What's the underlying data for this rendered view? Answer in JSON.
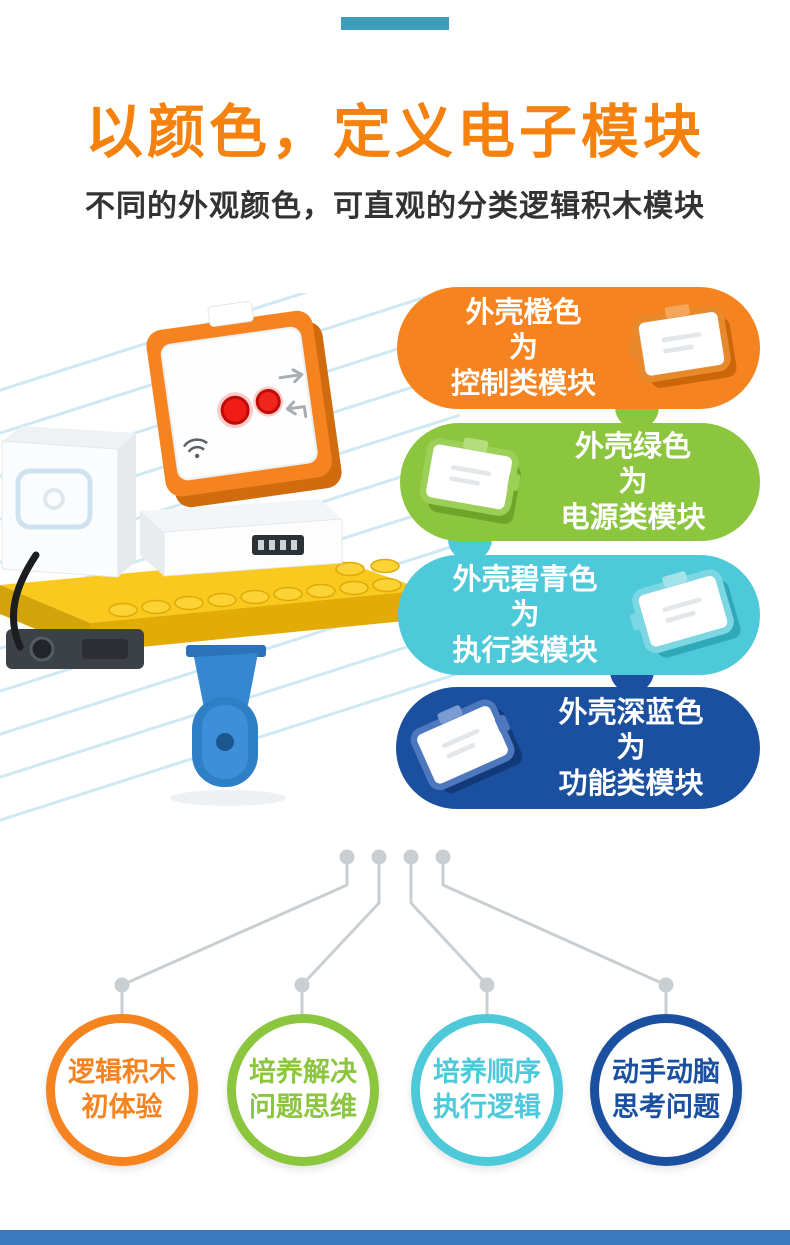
{
  "header": {
    "title": "以颜色，定义电子模块",
    "subtitle": "不同的外观颜色，可直观的分类逻辑积木模块"
  },
  "bubbles": [
    {
      "shell": "外壳橙色",
      "connector": "为",
      "category": "控制类模块",
      "color": "#f5831f",
      "image": "orange-control-module"
    },
    {
      "shell": "外壳绿色",
      "connector": "为",
      "category": "电源类模块",
      "color": "#8cc63f",
      "image": "green-power-module"
    },
    {
      "shell": "外壳碧青色",
      "connector": "为",
      "category": "执行类模块",
      "color": "#4ec9da",
      "image": "cyan-actuator-module"
    },
    {
      "shell": "外壳深蓝色",
      "connector": "为",
      "category": "功能类模块",
      "color": "#1b50a1",
      "image": "blue-function-module"
    }
  ],
  "benefits": [
    {
      "line1": "逻辑积木",
      "line2": "初体验",
      "color": "#f5831f"
    },
    {
      "line1": "培养解决",
      "line2": "问题思维",
      "color": "#8cc63f"
    },
    {
      "line1": "培养顺序",
      "line2": "执行逻辑",
      "color": "#4ec9da"
    },
    {
      "line1": "动手动脑",
      "line2": "思考问题",
      "color": "#1b50a1"
    }
  ],
  "theme": {
    "title_color": "#f5820f",
    "subtitle_color": "#333333",
    "top_bar_color": "#3e9db8",
    "footer_bar_color": "#3b79bf",
    "connector_line_color": "#c9ced2",
    "stripe_color": "#cfe9f4"
  }
}
